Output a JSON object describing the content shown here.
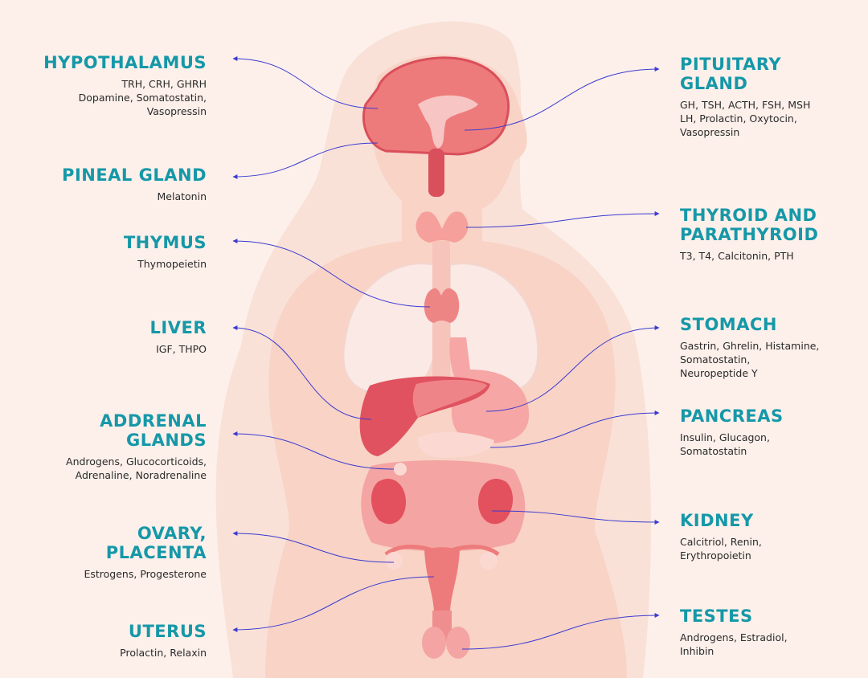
{
  "colors": {
    "background": "#fdf0ea",
    "title": "#1598a8",
    "text": "#2a2a2a",
    "connector": "#3a3ad0",
    "body_silhouette": "#f9d9cd",
    "organ": "#ee7b7b",
    "organ_dark": "#d94f5b",
    "organ_light": "#f6b3b0",
    "lung": "#fbe9e6"
  },
  "glands": [
    {
      "id": "hypothalamus",
      "side": "left",
      "title": "HYPOTHALAMUS",
      "hormones": "TRH, CRH, GHRH\nDopamine, Somatostatin,\nVasopressin"
    },
    {
      "id": "pineal",
      "side": "left",
      "title": "PINEAL GLAND",
      "hormones": "Melatonin"
    },
    {
      "id": "thymus",
      "side": "left",
      "title": "THYMUS",
      "hormones": "Thymopeietin"
    },
    {
      "id": "liver",
      "side": "left",
      "title": "LIVER",
      "hormones": "IGF, THPO"
    },
    {
      "id": "adrenal",
      "side": "left",
      "title": "ADDRENAL\nGLANDS",
      "hormones": "Androgens, Glucocorticoids,\nAdrenaline, Noradrenaline"
    },
    {
      "id": "ovary",
      "side": "left",
      "title": "OVARY,\nPLACENTA",
      "hormones": "Estrogens, Progesterone"
    },
    {
      "id": "uterus",
      "side": "left",
      "title": "UTERUS",
      "hormones": "Prolactin, Relaxin"
    },
    {
      "id": "pituitary",
      "side": "right",
      "title": "PITUITARY\nGLAND",
      "hormones": "GH, TSH, ACTH, FSH, MSH\nLH, Prolactin, Oxytocin,\nVasopressin"
    },
    {
      "id": "thyroid",
      "side": "right",
      "title": "THYROID AND\nPARATHYROID",
      "hormones": "T3, T4, Calcitonin, PTH"
    },
    {
      "id": "stomach",
      "side": "right",
      "title": "STOMACH",
      "hormones": "Gastrin, Ghrelin, Histamine,\nSomatostatin,\nNeuropeptide Y"
    },
    {
      "id": "pancreas",
      "side": "right",
      "title": "PANCREAS",
      "hormones": "Insulin, Glucagon,\nSomatostatin"
    },
    {
      "id": "kidney",
      "side": "right",
      "title": "KIDNEY",
      "hormones": "Calcitriol, Renin,\nErythropoietin"
    },
    {
      "id": "testes",
      "side": "right",
      "title": "TESTES",
      "hormones": "Androgens, Estradiol,\nInhibin"
    }
  ]
}
